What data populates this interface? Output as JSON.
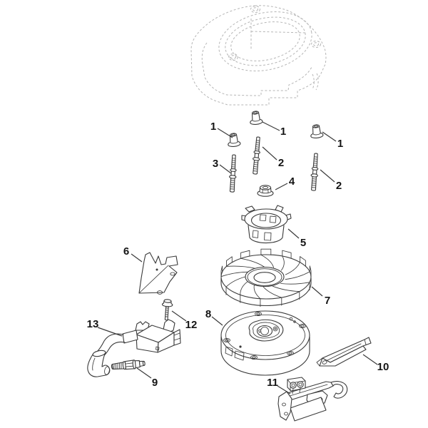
{
  "page": {
    "background": "#ffffff"
  },
  "diagram": {
    "type": "exploded-parts-diagram",
    "subject": "engine-ignition-and-flywheel-assembly",
    "colors": {
      "line": "#3a3a3a",
      "phantom": "#b5b5b5",
      "label": "#141414",
      "background": "#ffffff"
    },
    "flywheel": {
      "blade_count": 13
    },
    "callouts": [
      {
        "label": "1"
      },
      {
        "label": "1"
      },
      {
        "label": "1"
      },
      {
        "label": "2"
      },
      {
        "label": "2"
      },
      {
        "label": "3"
      },
      {
        "label": "4"
      },
      {
        "label": "5"
      },
      {
        "label": "6"
      },
      {
        "label": "7"
      },
      {
        "label": "8"
      },
      {
        "label": "9"
      },
      {
        "label": "10"
      },
      {
        "label": "11"
      },
      {
        "label": "12"
      },
      {
        "label": "13"
      }
    ]
  }
}
